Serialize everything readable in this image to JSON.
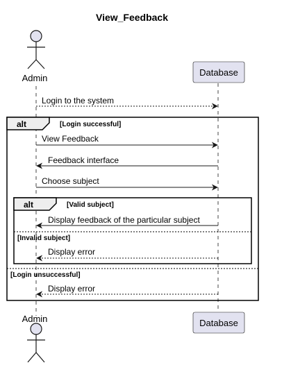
{
  "title": "View_Feedback",
  "participants": {
    "actor": "Admin",
    "database": "Database"
  },
  "messages": {
    "login": "Login to the system",
    "view_feedback": "View Feedback",
    "feedback_interface": "Feedback interface",
    "choose_subject": "Choose subject",
    "display_feedback": "Display feedback of the particular subject",
    "display_error_inner": "Display error",
    "display_error_outer": "Display error"
  },
  "fragments": {
    "outer": {
      "keyword": "alt",
      "guard_1": "[Login successful]",
      "guard_2": "[Login unsuccessful]"
    },
    "inner": {
      "keyword": "alt",
      "guard_1": "[Valid subject]",
      "guard_2": "[Invalid subject]"
    }
  },
  "colors": {
    "participant_fill": "#E2E2F0",
    "participant_stroke": "#181818",
    "actor_fill": "#E2E2F0",
    "line": "#181818",
    "lifeline": "#181818"
  }
}
